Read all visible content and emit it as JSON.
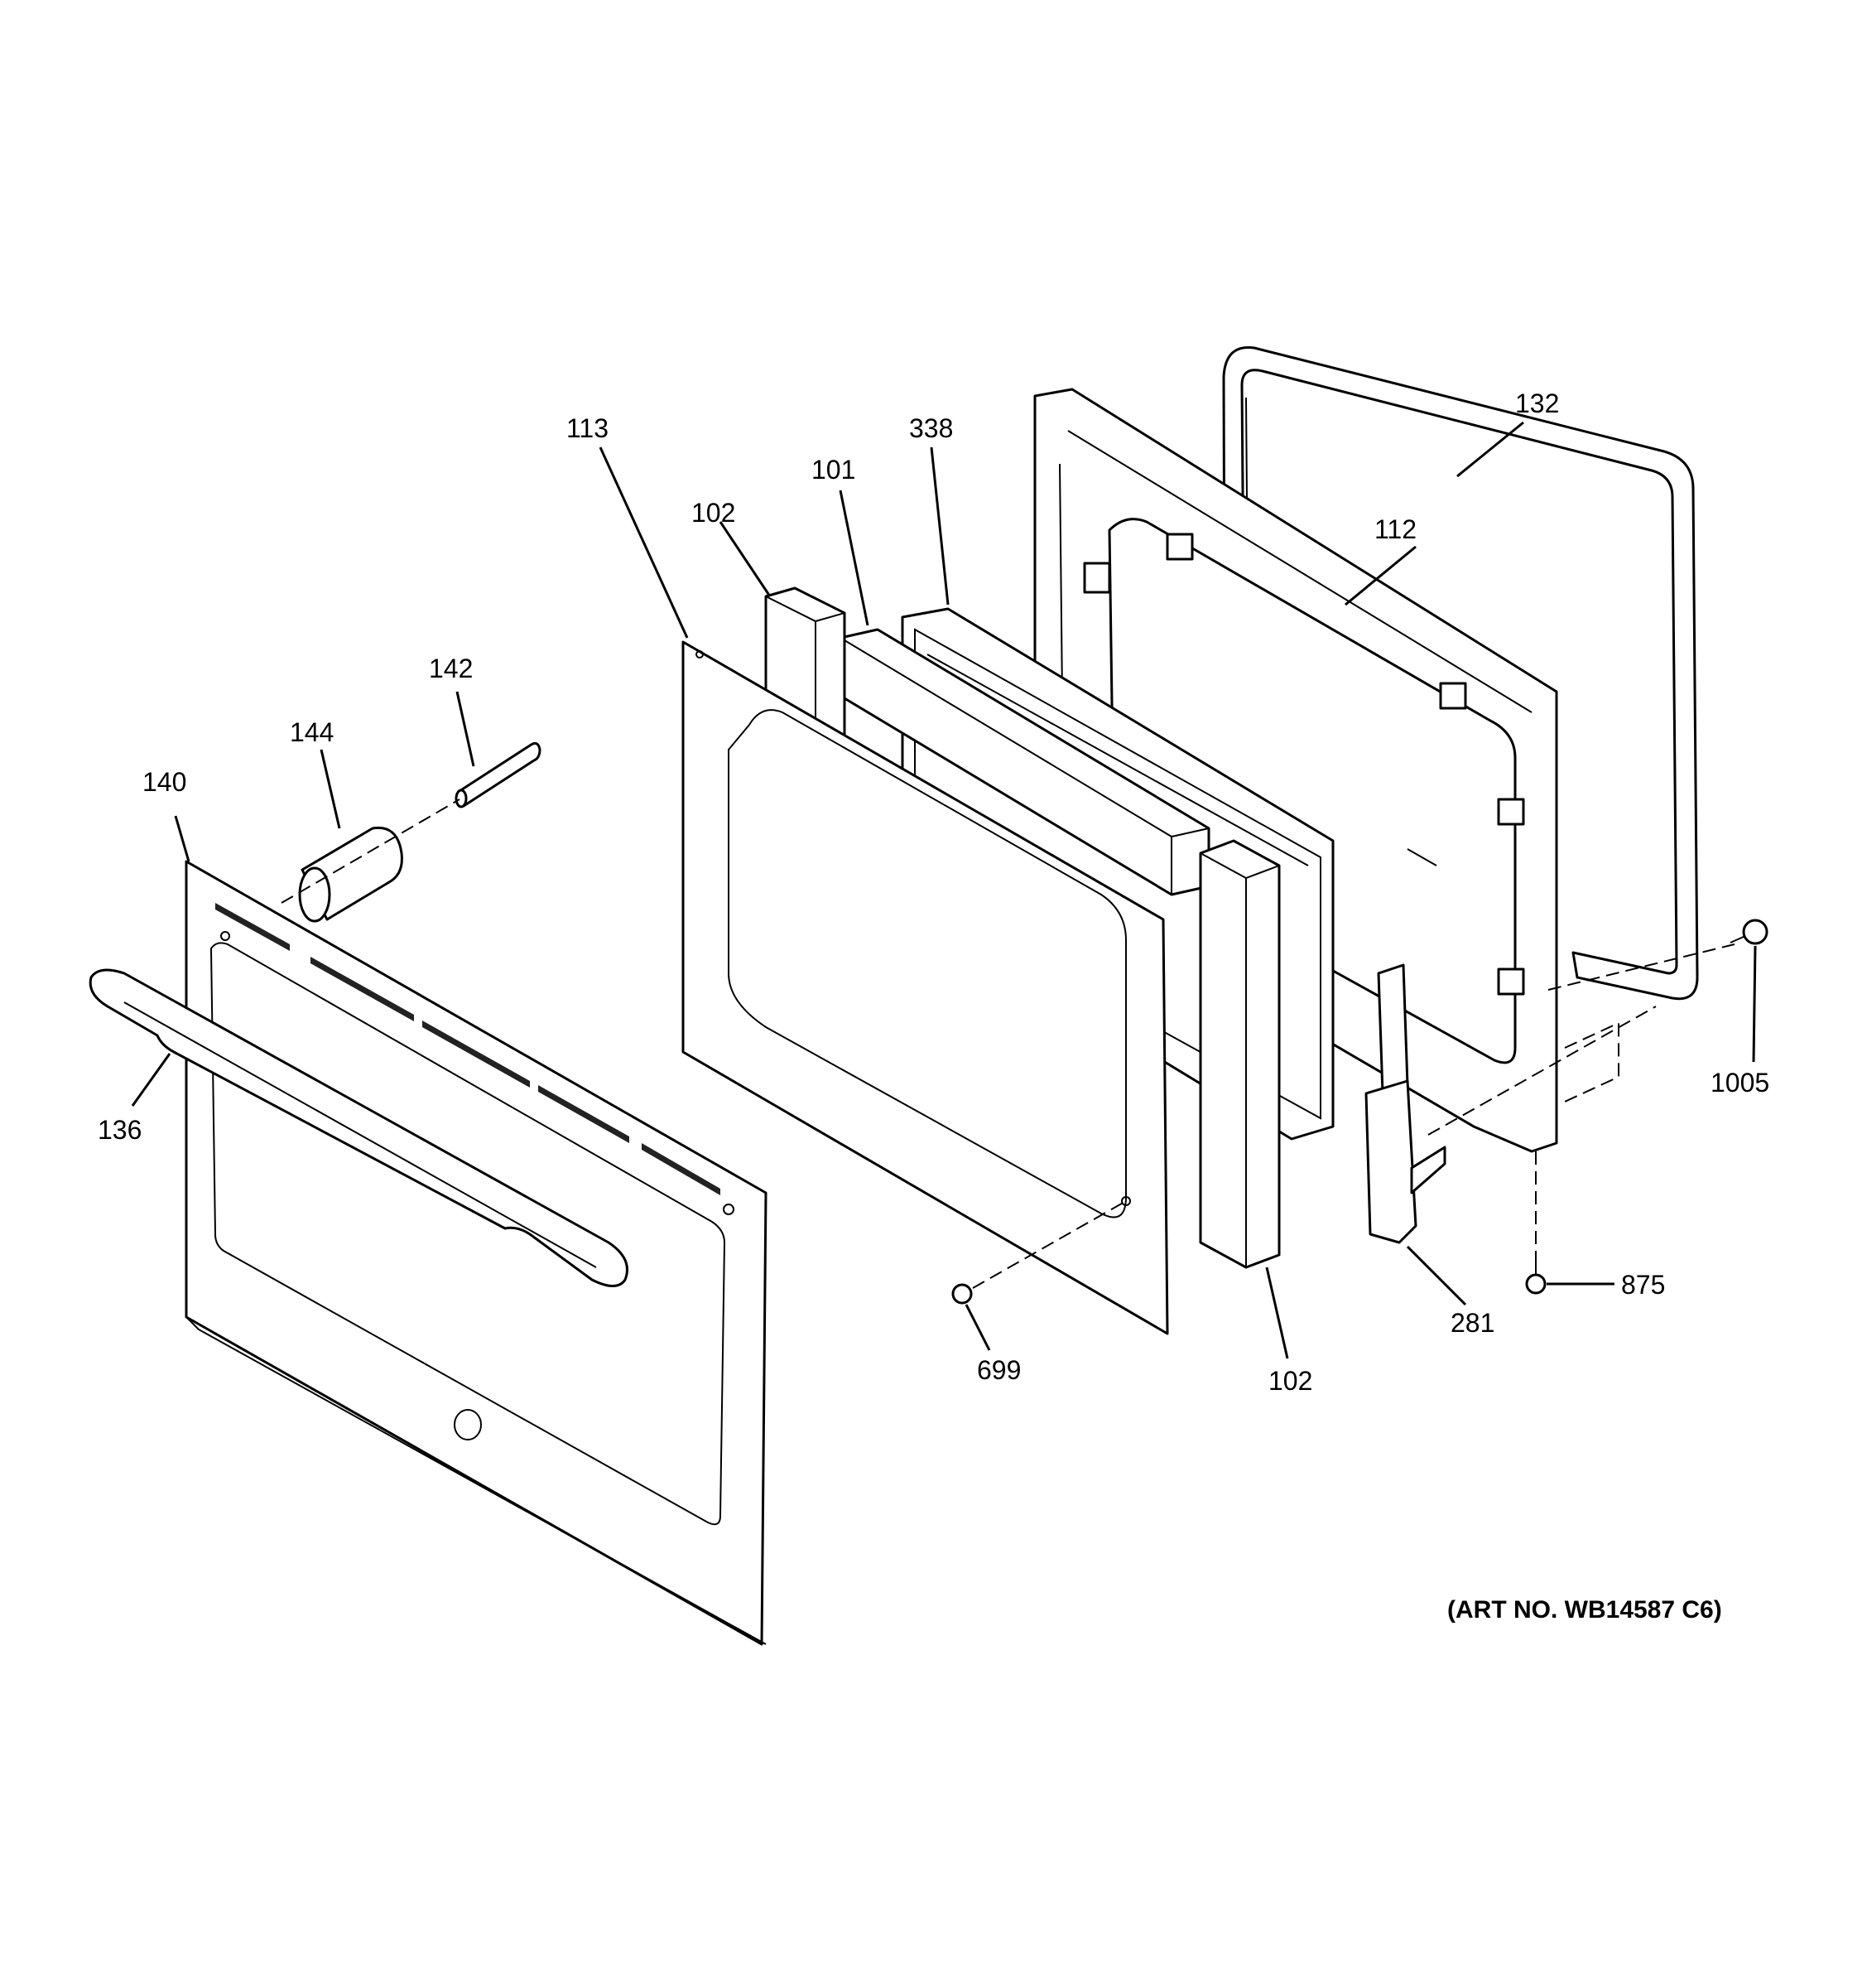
{
  "diagram": {
    "art_number": "(ART NO. WB14587 C6)",
    "callouts": [
      {
        "id": "c113",
        "label": "113"
      },
      {
        "id": "c101",
        "label": "101"
      },
      {
        "id": "c338",
        "label": "338"
      },
      {
        "id": "c132",
        "label": "132"
      },
      {
        "id": "c102a",
        "label": "102"
      },
      {
        "id": "c112",
        "label": "112"
      },
      {
        "id": "c142",
        "label": "142"
      },
      {
        "id": "c144",
        "label": "144"
      },
      {
        "id": "c140",
        "label": "140"
      },
      {
        "id": "c136",
        "label": "136"
      },
      {
        "id": "c1005",
        "label": "1005"
      },
      {
        "id": "c875",
        "label": "875"
      },
      {
        "id": "c281",
        "label": "281"
      },
      {
        "id": "c699",
        "label": "699"
      },
      {
        "id": "c102b",
        "label": "102"
      }
    ]
  }
}
